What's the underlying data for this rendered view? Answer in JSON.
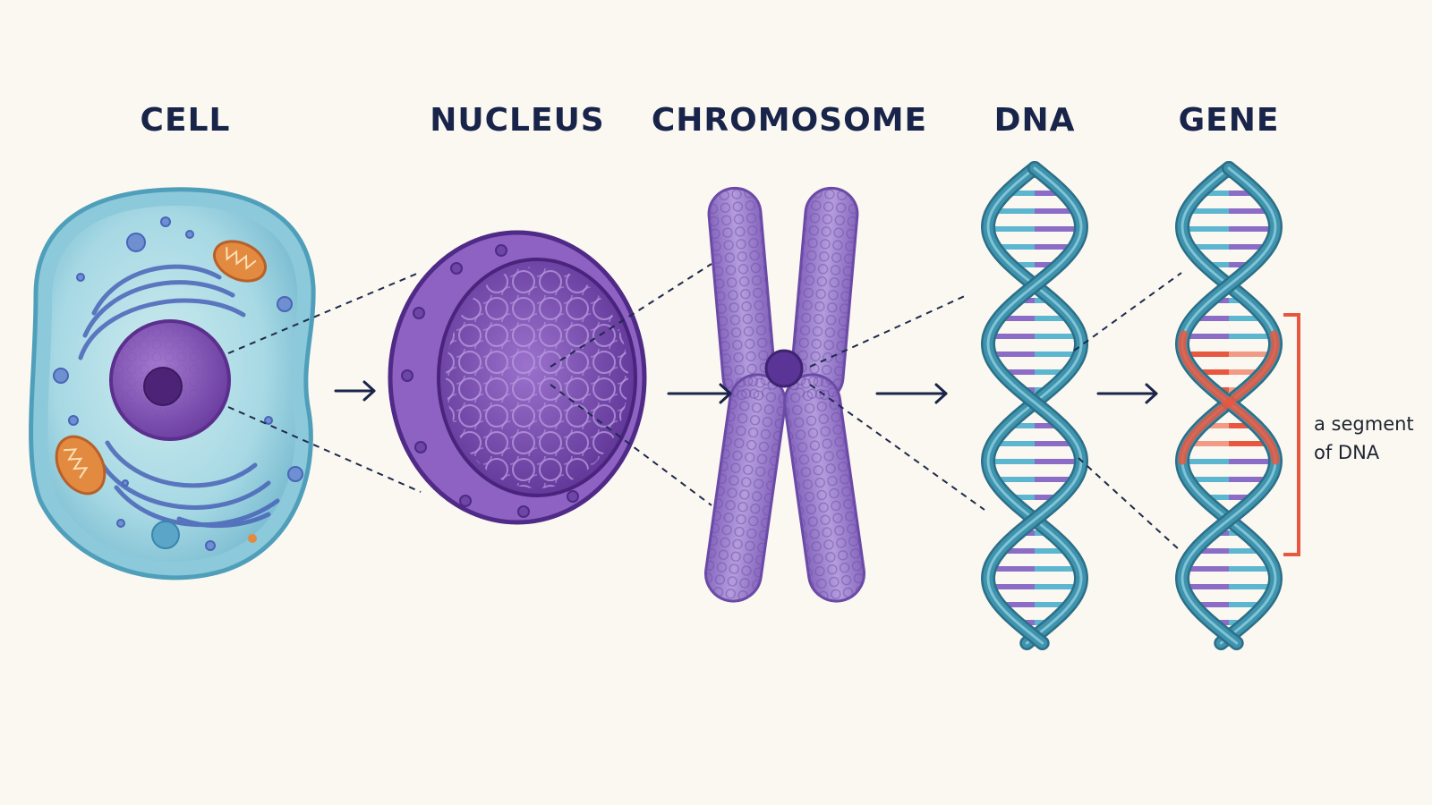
{
  "stages": [
    {
      "id": "cell",
      "label": "CELL"
    },
    {
      "id": "nucleus",
      "label": "NUCLEUS"
    },
    {
      "id": "chromosome",
      "label": "CHROMOSOME"
    },
    {
      "id": "dna",
      "label": "DNA"
    },
    {
      "id": "gene",
      "label": "GENE"
    }
  ],
  "gene_annotation": {
    "line1": "a segment",
    "line2": "of DNA"
  },
  "colors": {
    "background": "#fbf8f1",
    "heading": "#18244a",
    "cytoplasm": "#a7d9e4",
    "cell_membrane": "#4f9fbb",
    "nucleus": "#7b4cad",
    "chromosome": "#9878c9",
    "dna_backbone": "#3f93ad",
    "dna_rung": "#8b6cc6",
    "gene_highlight": "#e8573f",
    "mitochondria": "#e28a3f"
  },
  "icons": [
    "arrow-right-icon"
  ]
}
